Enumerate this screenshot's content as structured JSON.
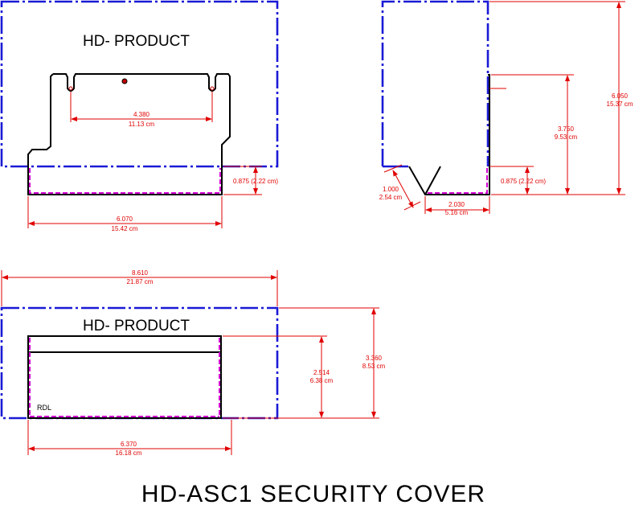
{
  "title": "HD-ASC1  SECURITY COVER",
  "front_view": {
    "product_label": "HD- PRODUCT",
    "dim_hole_spacing": {
      "in": "4.380",
      "cm": "11.13 cm"
    },
    "dim_depth": "0.875 (2.22 cm)",
    "dim_width": {
      "in": "6.070",
      "cm": "15.42 cm"
    }
  },
  "side_view": {
    "dim_overall_height": {
      "in": "6.050",
      "cm": "15.37 cm"
    },
    "dim_mount_height": {
      "in": "3.750",
      "cm": "9.53 cm"
    },
    "dim_depth": "0.875 (2.22 cm)",
    "dim_angle_leg": {
      "in": "1.000",
      "cm": "2.54 cm"
    },
    "dim_base": {
      "in": "2.030",
      "cm": "5.16 cm"
    }
  },
  "bottom_view": {
    "product_label": "HD- PRODUCT",
    "rdl_label": "RDL",
    "dim_overall_width": {
      "in": "8.610",
      "cm": "21.87 cm"
    },
    "dim_cover_height": {
      "in": "2.514",
      "cm": "6.38 cm"
    },
    "dim_overall_height": {
      "in": "3.360",
      "cm": "8.53 cm"
    },
    "dim_cover_width": {
      "in": "6.370",
      "cm": "16.18 cm"
    }
  }
}
